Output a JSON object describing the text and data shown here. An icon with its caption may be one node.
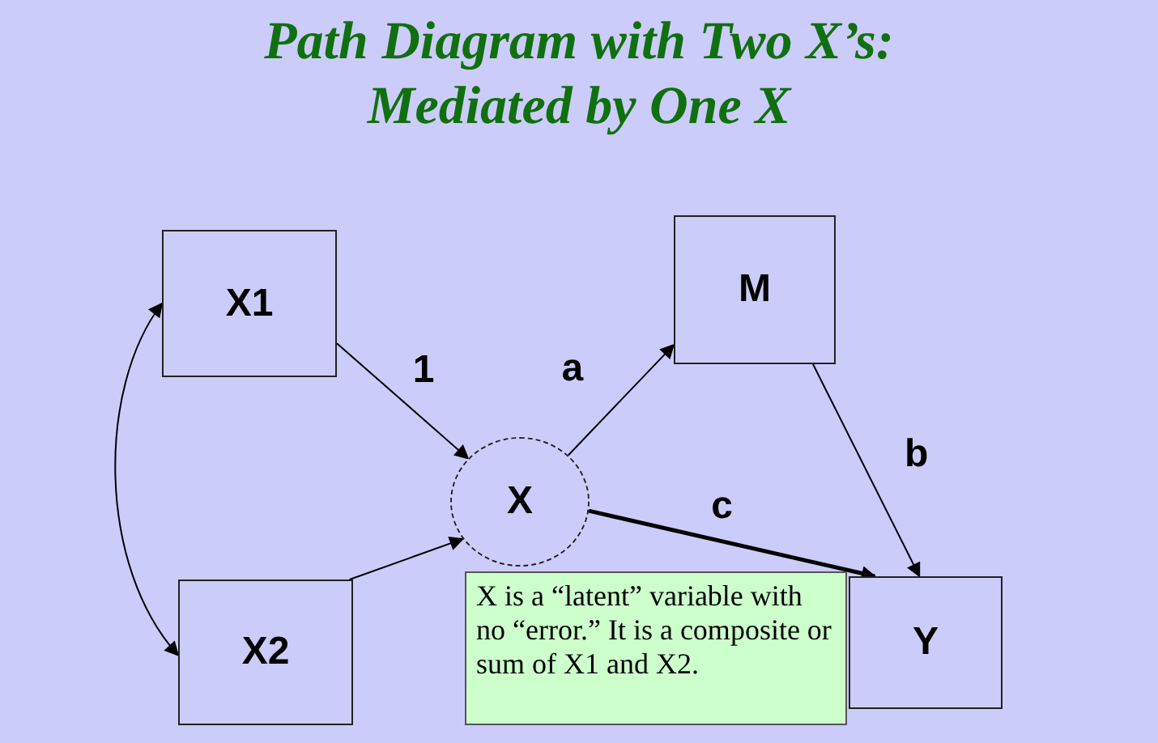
{
  "diagram": {
    "title": "Path Diagram with Two X’s: Mediated by One X",
    "nodes": [
      {
        "text": [
          "X1"
        ]
      },
      {
        "text": [
          "M"
        ]
      },
      {
        "text": [
          "X"
        ]
      },
      {
        "text": [
          "X2"
        ]
      },
      {
        "text": [
          "X is a “latent” variable with no “error.” It is a composite or sum of X1 and X2."
        ]
      },
      {
        "text": [
          "Y"
        ]
      }
    ],
    "edges": [
      {
        "from": 0,
        "to": 2,
        "arrow": "to",
        "label": "1"
      },
      {
        "from": 2,
        "to": 1,
        "arrow": "to",
        "label": "a"
      },
      {
        "from": 1,
        "to": 5,
        "arrow": "to",
        "label": "b"
      },
      {
        "from": 2,
        "to": 5,
        "arrow": "to",
        "label": "c",
        "style": "thick"
      },
      {
        "from": 3,
        "to": 2,
        "arrow": "to"
      },
      {
        "from": 0,
        "to": 3,
        "arrow": "both"
      }
    ]
  }
}
